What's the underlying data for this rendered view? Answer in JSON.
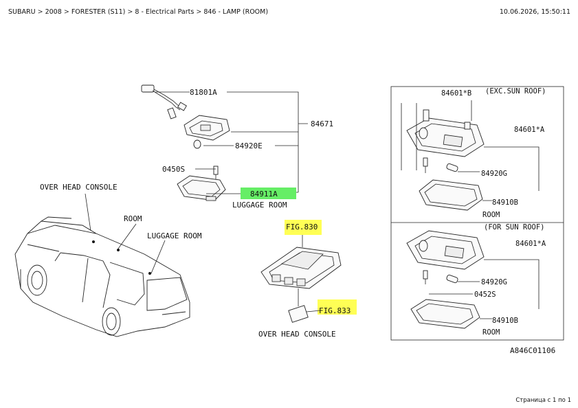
{
  "header": {
    "breadcrumb": [
      "SUBARU",
      "2008",
      "FORESTER (S11)",
      "8 - Electrical Parts",
      "846 - LAMP (ROOM)"
    ],
    "separator": ">",
    "timestamp": "10.06.2026, 15:50:11"
  },
  "footer": {
    "pagination": "Страница с 1 по 1"
  },
  "diagram": {
    "labels": {
      "p81801a": "81801A",
      "p84671": "84671",
      "p84920e": "84920E",
      "p0450s": "0450S",
      "p84911a": "84911A",
      "luggage_room_detail": "LUGGAGE ROOM",
      "over_head_console": "OVER HEAD CONSOLE",
      "room": "ROOM",
      "luggage_room": "LUGGAGE ROOM",
      "fig830": "FIG.830",
      "fig833": "FIG.833",
      "over_head_console_detail": "OVER HEAD CONSOLE",
      "p84601b": "84601*B",
      "exc_sun_roof": "(EXC.SUN ROOF)",
      "p84601a_top": "84601*A",
      "p84920g_top": "84920G",
      "p84910b_top": "84910B",
      "room_top": "ROOM",
      "for_sun_roof": "(FOR SUN ROOF)",
      "p84601a_bot": "84601*A",
      "p84920g_bot": "84920G",
      "p0452s": "0452S",
      "p84910b_bot": "84910B",
      "room_bot": "ROOM",
      "code": "A846C01106"
    },
    "highlights": {
      "part_link": "#66ee66",
      "fig_link": "#ffff55"
    }
  }
}
